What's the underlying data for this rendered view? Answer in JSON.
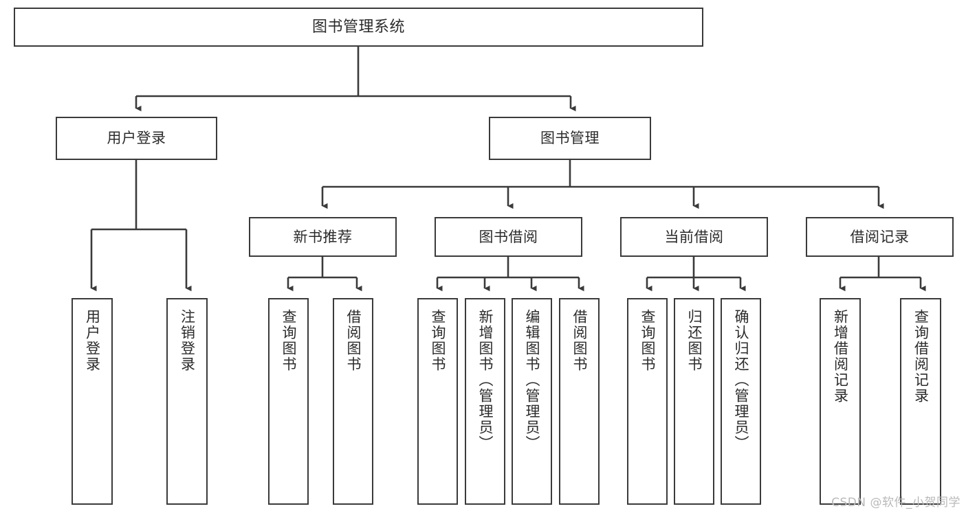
{
  "diagram": {
    "type": "tree-hierarchy-chart",
    "title": "图书管理系统",
    "orientation": "top-down",
    "stroke_color": "#3a3a3a",
    "fill_color": "#ffffff",
    "text_color": "#2b2b2b"
  },
  "nodes": {
    "root": {
      "label": "图书管理系统",
      "level": 1,
      "text_direction": "horizontal"
    },
    "level2": [
      {
        "id": "user-login",
        "label": "用户登录",
        "text_direction": "horizontal"
      },
      {
        "id": "book-manage",
        "label": "图书管理",
        "text_direction": "horizontal"
      }
    ],
    "level3": [
      {
        "id": "new-book-recommend",
        "label": "新书推荐",
        "text_direction": "horizontal"
      },
      {
        "id": "book-borrow",
        "label": "图书借阅",
        "text_direction": "horizontal"
      },
      {
        "id": "current-borrow",
        "label": "当前借阅",
        "text_direction": "horizontal"
      },
      {
        "id": "borrow-record",
        "label": "借阅记录",
        "text_direction": "horizontal"
      }
    ],
    "leaves": [
      {
        "id": "leaf-user-login",
        "parent": "user-login",
        "label": "用户登录",
        "text_direction": "vertical"
      },
      {
        "id": "leaf-user-logout",
        "parent": "user-login",
        "label": "注销登录",
        "text_direction": "vertical"
      },
      {
        "id": "leaf-query-book-1",
        "parent": "new-book-recommend",
        "label": "查询图书",
        "text_direction": "vertical"
      },
      {
        "id": "leaf-borrow-book-1",
        "parent": "new-book-recommend",
        "label": "借阅图书",
        "text_direction": "vertical"
      },
      {
        "id": "leaf-query-book-2",
        "parent": "book-borrow",
        "label": "查询图书",
        "text_direction": "vertical"
      },
      {
        "id": "leaf-add-book",
        "parent": "book-borrow",
        "label": "新增图书（管理员）",
        "text_direction": "vertical"
      },
      {
        "id": "leaf-edit-book",
        "parent": "book-borrow",
        "label": "编辑图书（管理员）",
        "text_direction": "vertical"
      },
      {
        "id": "leaf-borrow-book-2",
        "parent": "book-borrow",
        "label": "借阅图书",
        "text_direction": "vertical"
      },
      {
        "id": "leaf-query-book-3",
        "parent": "current-borrow",
        "label": "查询图书",
        "text_direction": "vertical"
      },
      {
        "id": "leaf-return-book",
        "parent": "current-borrow",
        "label": "归还图书",
        "text_direction": "vertical"
      },
      {
        "id": "leaf-confirm-return",
        "parent": "current-borrow",
        "label": "确认归还（管理员）",
        "text_direction": "vertical"
      },
      {
        "id": "leaf-add-record",
        "parent": "borrow-record",
        "label": "新增借阅记录",
        "text_direction": "vertical"
      },
      {
        "id": "leaf-query-record",
        "parent": "borrow-record",
        "label": "查询借阅记录",
        "text_direction": "vertical"
      }
    ]
  },
  "watermark": {
    "text": "CSDN @软件_小贺同学"
  }
}
